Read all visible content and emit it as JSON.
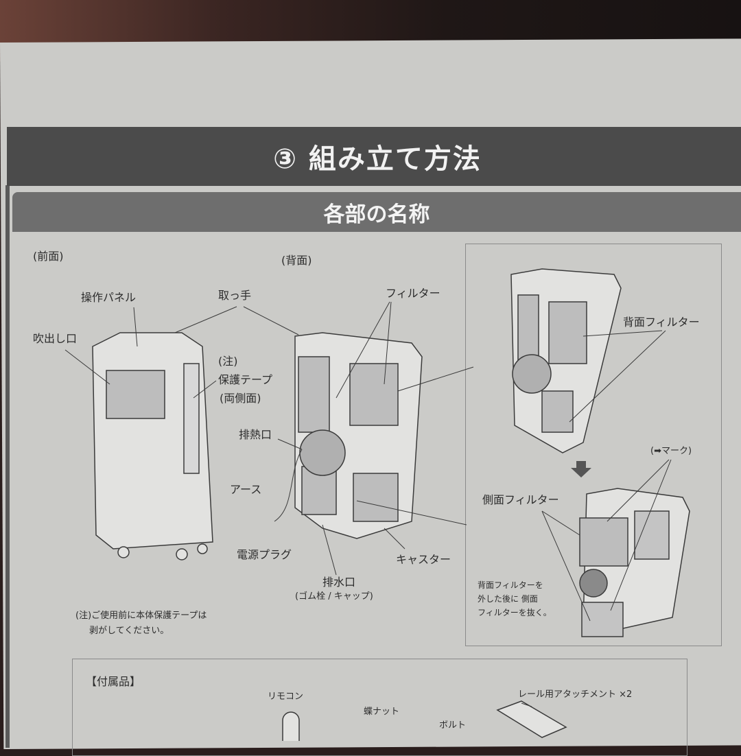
{
  "header": {
    "title": "③ 組み立て方法"
  },
  "section": {
    "title": "各部の名称"
  },
  "views": {
    "front": "(前面)",
    "back": "(背面)"
  },
  "parts": {
    "control_panel": "操作パネル",
    "handle": "取っ手",
    "filter": "フィルター",
    "outlet": "吹出し口",
    "note_mark": "(注)",
    "protective_tape": "保護テープ",
    "both_sides": "(両側面)",
    "exhaust": "排熱口",
    "ground": "アース",
    "power_plug": "電源プラグ",
    "caster": "キャスター",
    "drain": "排水口",
    "drain_sub": "(ゴム栓 / キャップ)"
  },
  "note": {
    "line1": "(注)ご使用前に本体保護テープは",
    "line2": "剥がしてください。"
  },
  "inset": {
    "rear_filter": "背面フィルター",
    "arrow_mark": "(➡マーク)",
    "side_filter": "側面フィルター",
    "instruction": [
      "背面フィルターを",
      "外した後に 側面",
      "フィルターを抜く。"
    ]
  },
  "accessories": {
    "title": "【付属品】",
    "remote": "リモコン",
    "wing_nut": "蝶ナット",
    "bolt": "ボルト",
    "rail_attachment": "レール用アタッチメント ×2"
  },
  "colors": {
    "header_bg": "#4b4b4b",
    "subheader_bg": "#6e6e6e",
    "paper": "#cbcbc8"
  }
}
